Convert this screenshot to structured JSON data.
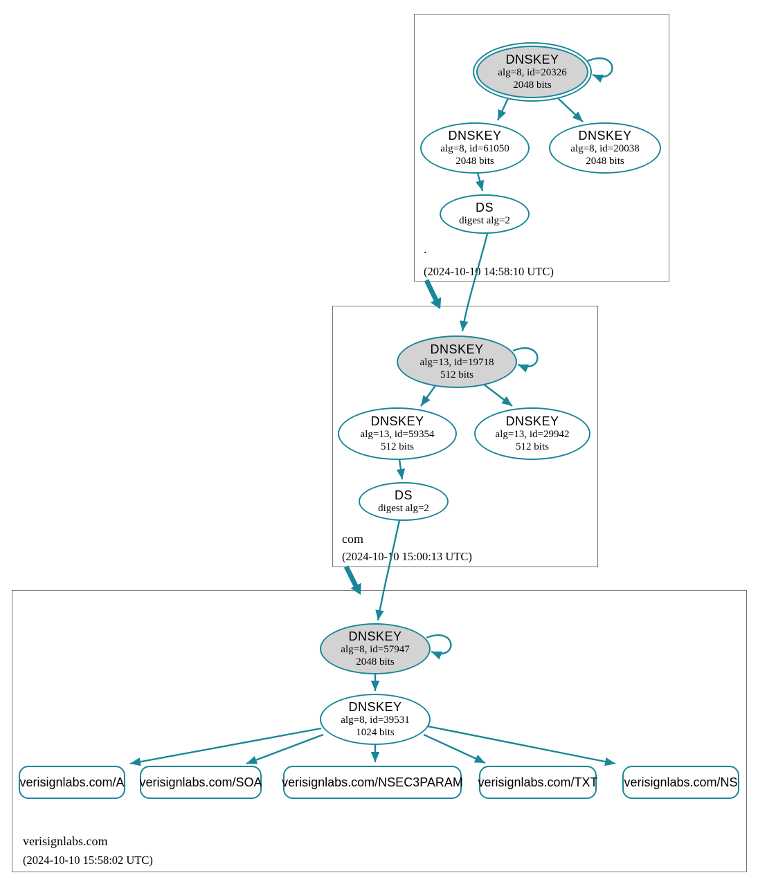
{
  "colors": {
    "edge": "#1a869a",
    "ksk_fill": "#d3d3d3",
    "zone_border": "#757575"
  },
  "zones": {
    "root": {
      "label": ".",
      "timestamp": "(2024-10-10 14:58:10 UTC)",
      "ksk": {
        "title": "DNSKEY",
        "detail": "alg=8, id=20326",
        "bits": "2048 bits"
      },
      "zsk1": {
        "title": "DNSKEY",
        "detail": "alg=8, id=61050",
        "bits": "2048 bits"
      },
      "zsk2": {
        "title": "DNSKEY",
        "detail": "alg=8, id=20038",
        "bits": "2048 bits"
      },
      "ds": {
        "title": "DS",
        "detail": "digest alg=2"
      }
    },
    "com": {
      "label": "com",
      "timestamp": "(2024-10-10 15:00:13 UTC)",
      "ksk": {
        "title": "DNSKEY",
        "detail": "alg=13, id=19718",
        "bits": "512 bits"
      },
      "zsk1": {
        "title": "DNSKEY",
        "detail": "alg=13, id=59354",
        "bits": "512 bits"
      },
      "zsk2": {
        "title": "DNSKEY",
        "detail": "alg=13, id=29942",
        "bits": "512 bits"
      },
      "ds": {
        "title": "DS",
        "detail": "digest alg=2"
      }
    },
    "verisignlabs": {
      "label": "verisignlabs.com",
      "timestamp": "(2024-10-10 15:58:02 UTC)",
      "ksk": {
        "title": "DNSKEY",
        "detail": "alg=8, id=57947",
        "bits": "2048 bits"
      },
      "zsk": {
        "title": "DNSKEY",
        "detail": "alg=8, id=39531",
        "bits": "1024 bits"
      },
      "rrsets": [
        "verisignlabs.com/A",
        "verisignlabs.com/SOA",
        "verisignlabs.com/NSEC3PARAM",
        "verisignlabs.com/TXT",
        "verisignlabs.com/NS"
      ]
    }
  }
}
